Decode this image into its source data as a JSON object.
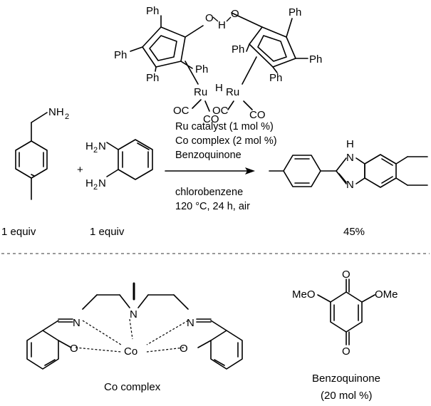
{
  "catalyst": {
    "ph": "Ph",
    "oh_o": "O",
    "oh_h": "H",
    "ru": "Ru",
    "h": "H",
    "oc": "OC",
    "co": "CO"
  },
  "reactants": {
    "nh2": "NH",
    "nh2_sub": "2",
    "h2n": "H",
    "h2n_n": "N",
    "h2n_sub": "2",
    "plus": "+",
    "equiv1": "1 equiv",
    "equiv2": "1 equiv"
  },
  "conditions": {
    "line1": "Ru catalyst (1 mol %)",
    "line2": "Co complex (2 mol %)",
    "line3": "Benzoquinone",
    "line4": "chlorobenzene",
    "line5": "120 °C, 24 h, air"
  },
  "product": {
    "h": "H",
    "n": "N",
    "yield": "45%"
  },
  "co_complex": {
    "n": "N",
    "co": "Co",
    "o": "O",
    "label": "Co complex"
  },
  "benzoquinone": {
    "meo": "MeO",
    "ome": "OMe",
    "o": "O",
    "label": "Benzoquinone",
    "amount": "(20 mol %)"
  }
}
